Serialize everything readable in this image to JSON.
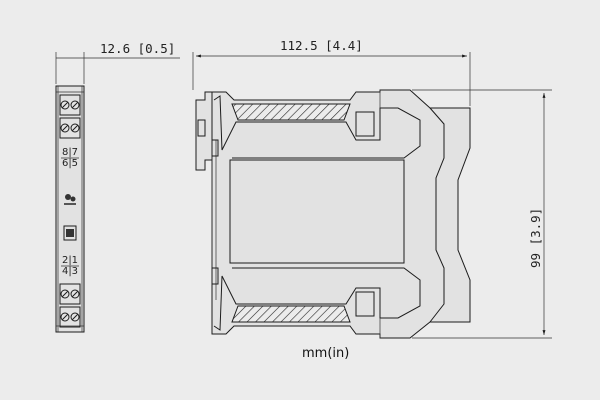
{
  "dimensions": {
    "width_label": "12.6 [0.5]",
    "length_label": "112.5 [4.4]",
    "height_label": "99 [3.9]"
  },
  "units_label": "mm(in)",
  "terminals": {
    "top_upper": "8|7",
    "top_lower": "6|5",
    "bottom_upper": "2|1",
    "bottom_lower": "4|3"
  }
}
